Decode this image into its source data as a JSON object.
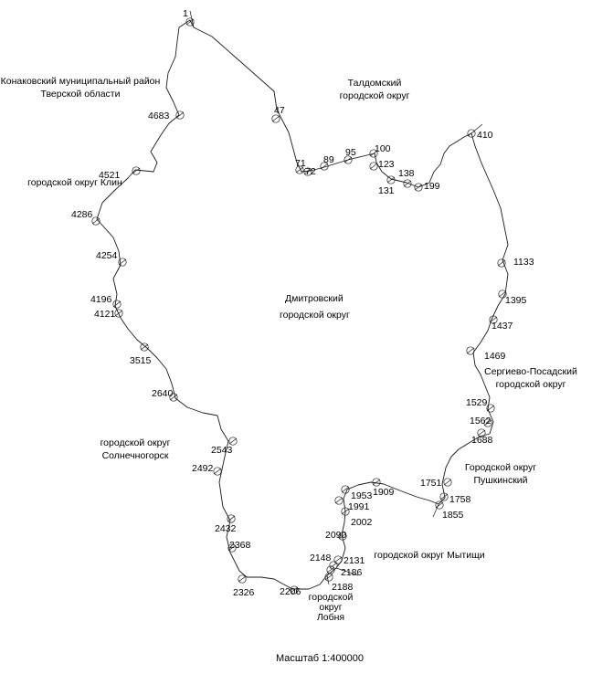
{
  "map": {
    "scale_label": "Масштаб 1:400000",
    "center_label_line1": "Дмитровский",
    "center_label_line2": "городской округ",
    "neighbors": [
      {
        "id": "konakovo",
        "lines": [
          "Конаковский муниципальный район",
          "Тверской области"
        ]
      },
      {
        "id": "taldom",
        "lines": [
          "Талдомский",
          "городской округ"
        ]
      },
      {
        "id": "klin",
        "lines": [
          "городской округ Клин"
        ]
      },
      {
        "id": "sergiev",
        "lines": [
          "Сергиево-Посадский",
          "городской округ"
        ]
      },
      {
        "id": "pushkino",
        "lines": [
          "Городской округ",
          "Пушкинский"
        ]
      },
      {
        "id": "solnech",
        "lines": [
          "городской округ",
          "Солнечногорск"
        ]
      },
      {
        "id": "mytishchi",
        "lines": [
          "городской округ Мытищи"
        ]
      },
      {
        "id": "lobnya",
        "lines": [
          "городской",
          "округ",
          "Лобня"
        ]
      }
    ],
    "points": [
      {
        "label": "1"
      },
      {
        "label": "47"
      },
      {
        "label": "71"
      },
      {
        "label": "72"
      },
      {
        "label": "89"
      },
      {
        "label": "95"
      },
      {
        "label": "100"
      },
      {
        "label": "123"
      },
      {
        "label": "131"
      },
      {
        "label": "138"
      },
      {
        "label": "199"
      },
      {
        "label": "410"
      },
      {
        "label": "1133"
      },
      {
        "label": "1395"
      },
      {
        "label": "1437"
      },
      {
        "label": "1469"
      },
      {
        "label": "1529"
      },
      {
        "label": "1562"
      },
      {
        "label": "1688"
      },
      {
        "label": "1751"
      },
      {
        "label": "1758"
      },
      {
        "label": "1855"
      },
      {
        "label": "1909"
      },
      {
        "label": "1953"
      },
      {
        "label": "1991"
      },
      {
        "label": "2002"
      },
      {
        "label": "2090"
      },
      {
        "label": "2131"
      },
      {
        "label": "2148"
      },
      {
        "label": "2186"
      },
      {
        "label": "2188"
      },
      {
        "label": "2206"
      },
      {
        "label": "2326"
      },
      {
        "label": "2368"
      },
      {
        "label": "2432"
      },
      {
        "label": "2492"
      },
      {
        "label": "2543"
      },
      {
        "label": "2640"
      },
      {
        "label": "3515"
      },
      {
        "label": "4121"
      },
      {
        "label": "4196"
      },
      {
        "label": "4254"
      },
      {
        "label": "4286"
      },
      {
        "label": "4521"
      },
      {
        "label": "4683"
      }
    ]
  }
}
